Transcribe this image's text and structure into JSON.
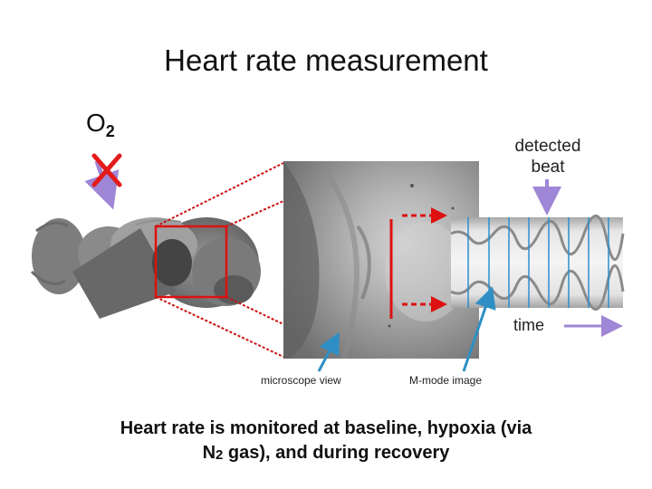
{
  "title": "Heart rate measurement",
  "oxygen": {
    "symbol": "O",
    "subscript": "2"
  },
  "labels": {
    "detected_beat_line1": "detected",
    "detected_beat_line2": "beat",
    "time": "time",
    "microscope_view": "microscope view",
    "mmode_image": "M-mode image"
  },
  "caption": {
    "part1": "Heart rate is monitored at baseline, hypoxia (via",
    "part2": "N",
    "subscript": "2",
    "part3": " gas), and during recovery"
  },
  "icons": [
    "blocked-x-icon",
    "arrow-icon"
  ],
  "colors": {
    "box_red": "#dd1111",
    "arrow_purple": "#9f86d6",
    "pointer_blue": "#2f8fc4",
    "beat_line_blue": "#2a8fd0"
  }
}
